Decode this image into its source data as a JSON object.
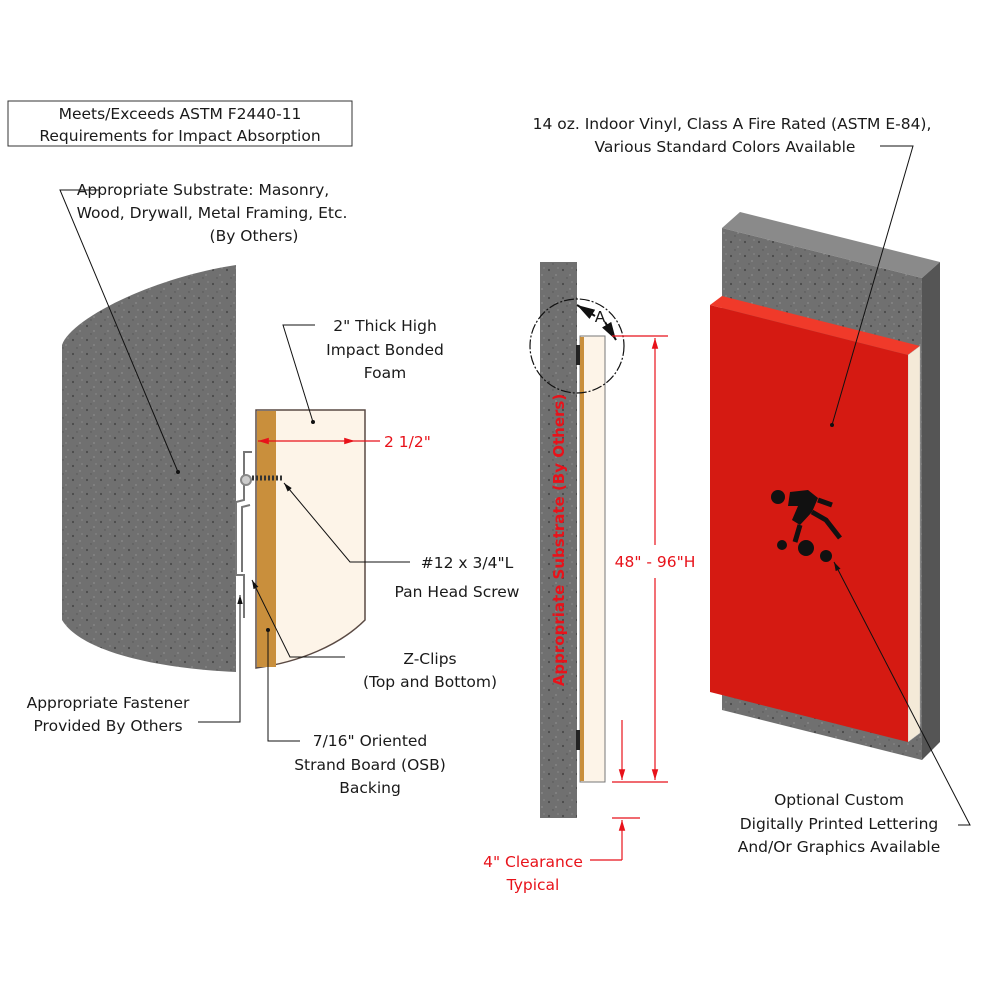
{
  "compliance_box": {
    "line1": "Meets/Exceeds ASTM F2440-11",
    "line2": "Requirements for Impact Absorption"
  },
  "labels": {
    "substrate": [
      "Appropriate Substrate: Masonry,",
      "Wood, Drywall, Metal Framing, Etc.",
      "(By Others)"
    ],
    "foam": [
      "2\" Thick High",
      "Impact Bonded",
      "Foam"
    ],
    "thickness_dim": "2 1/2\"",
    "screw": [
      "#12 x 3/4\"L",
      "Pan Head Screw"
    ],
    "zclips": [
      "Z-Clips",
      "(Top and Bottom)"
    ],
    "fastener": [
      "Appropriate Fastener",
      "Provided By Others"
    ],
    "osb": [
      "7/16\" Oriented",
      "Strand Board (OSB)",
      "Backing"
    ],
    "vinyl": [
      "14 oz. Indoor Vinyl, Class A Fire Rated (ASTM E-84),",
      "Various Standard Colors Available"
    ],
    "detail_marker": "A",
    "substrate_vertical": "Appropriate Substrate (By Others)",
    "height_dim": "48\" - 96\"H",
    "clearance": [
      "4\" Clearance",
      "Typical"
    ],
    "lettering": [
      "Optional Custom",
      "Digitally Printed Lettering",
      "And/Or Graphics Available"
    ]
  },
  "colors": {
    "accent_red": "#e8121a",
    "pad_red": "#d51a12",
    "concrete": "#6f6f6f",
    "foam": "#fdf4e8",
    "osb": "#c98f3c"
  }
}
